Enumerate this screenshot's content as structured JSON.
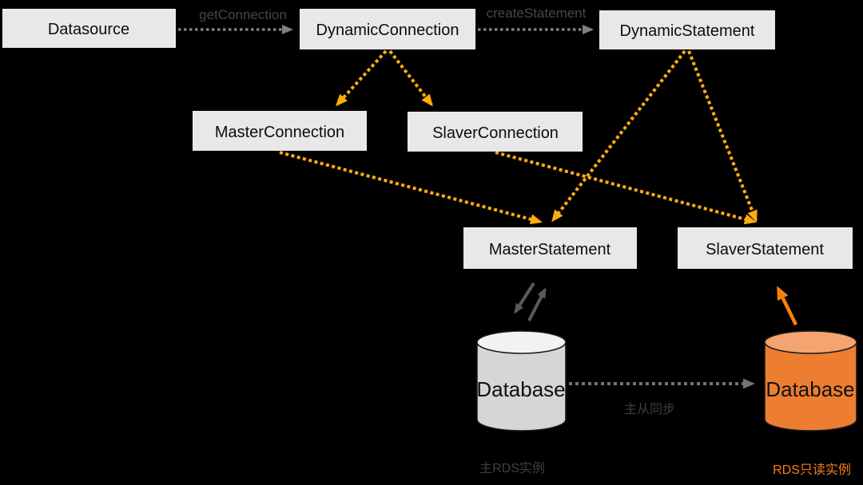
{
  "diagram": {
    "nodes": {
      "datasource": {
        "label": "Datasource"
      },
      "dynamic_connection": {
        "label": "DynamicConnection"
      },
      "dynamic_statement": {
        "label": "DynamicStatement"
      },
      "master_connection": {
        "label": "MasterConnection"
      },
      "slaver_connection": {
        "label": "SlaverConnection"
      },
      "master_statement": {
        "label": "MasterStatement"
      },
      "slaver_statement": {
        "label": "SlaverStatement"
      }
    },
    "edge_labels": {
      "get_connection": "getConnection",
      "create_statement": "createStatement",
      "master_slave_sync": "主从同步"
    },
    "databases": {
      "master": {
        "label": "Database",
        "caption": "主RDS实例"
      },
      "readonly": {
        "label": "Database",
        "caption": "RDS只读实例"
      }
    },
    "colors": {
      "background": "#000000",
      "node_fill": "#e8e8e8",
      "node_text": "#0d0d0d",
      "gray_edge": "#7f7f7f",
      "gray_sync_edge": "#737373",
      "gray_double_arrow": "#595959",
      "gray_label": "#474747",
      "orange_edge": "#FFAD0D",
      "orange_solid_arrow": "#F5820B",
      "master_db_body": "#d6d6d6",
      "master_db_top": "#f2f2f2",
      "readonly_db_body": "#ED7D31",
      "readonly_db_top": "#F4A470",
      "readonly_caption": "#F57E20"
    }
  }
}
